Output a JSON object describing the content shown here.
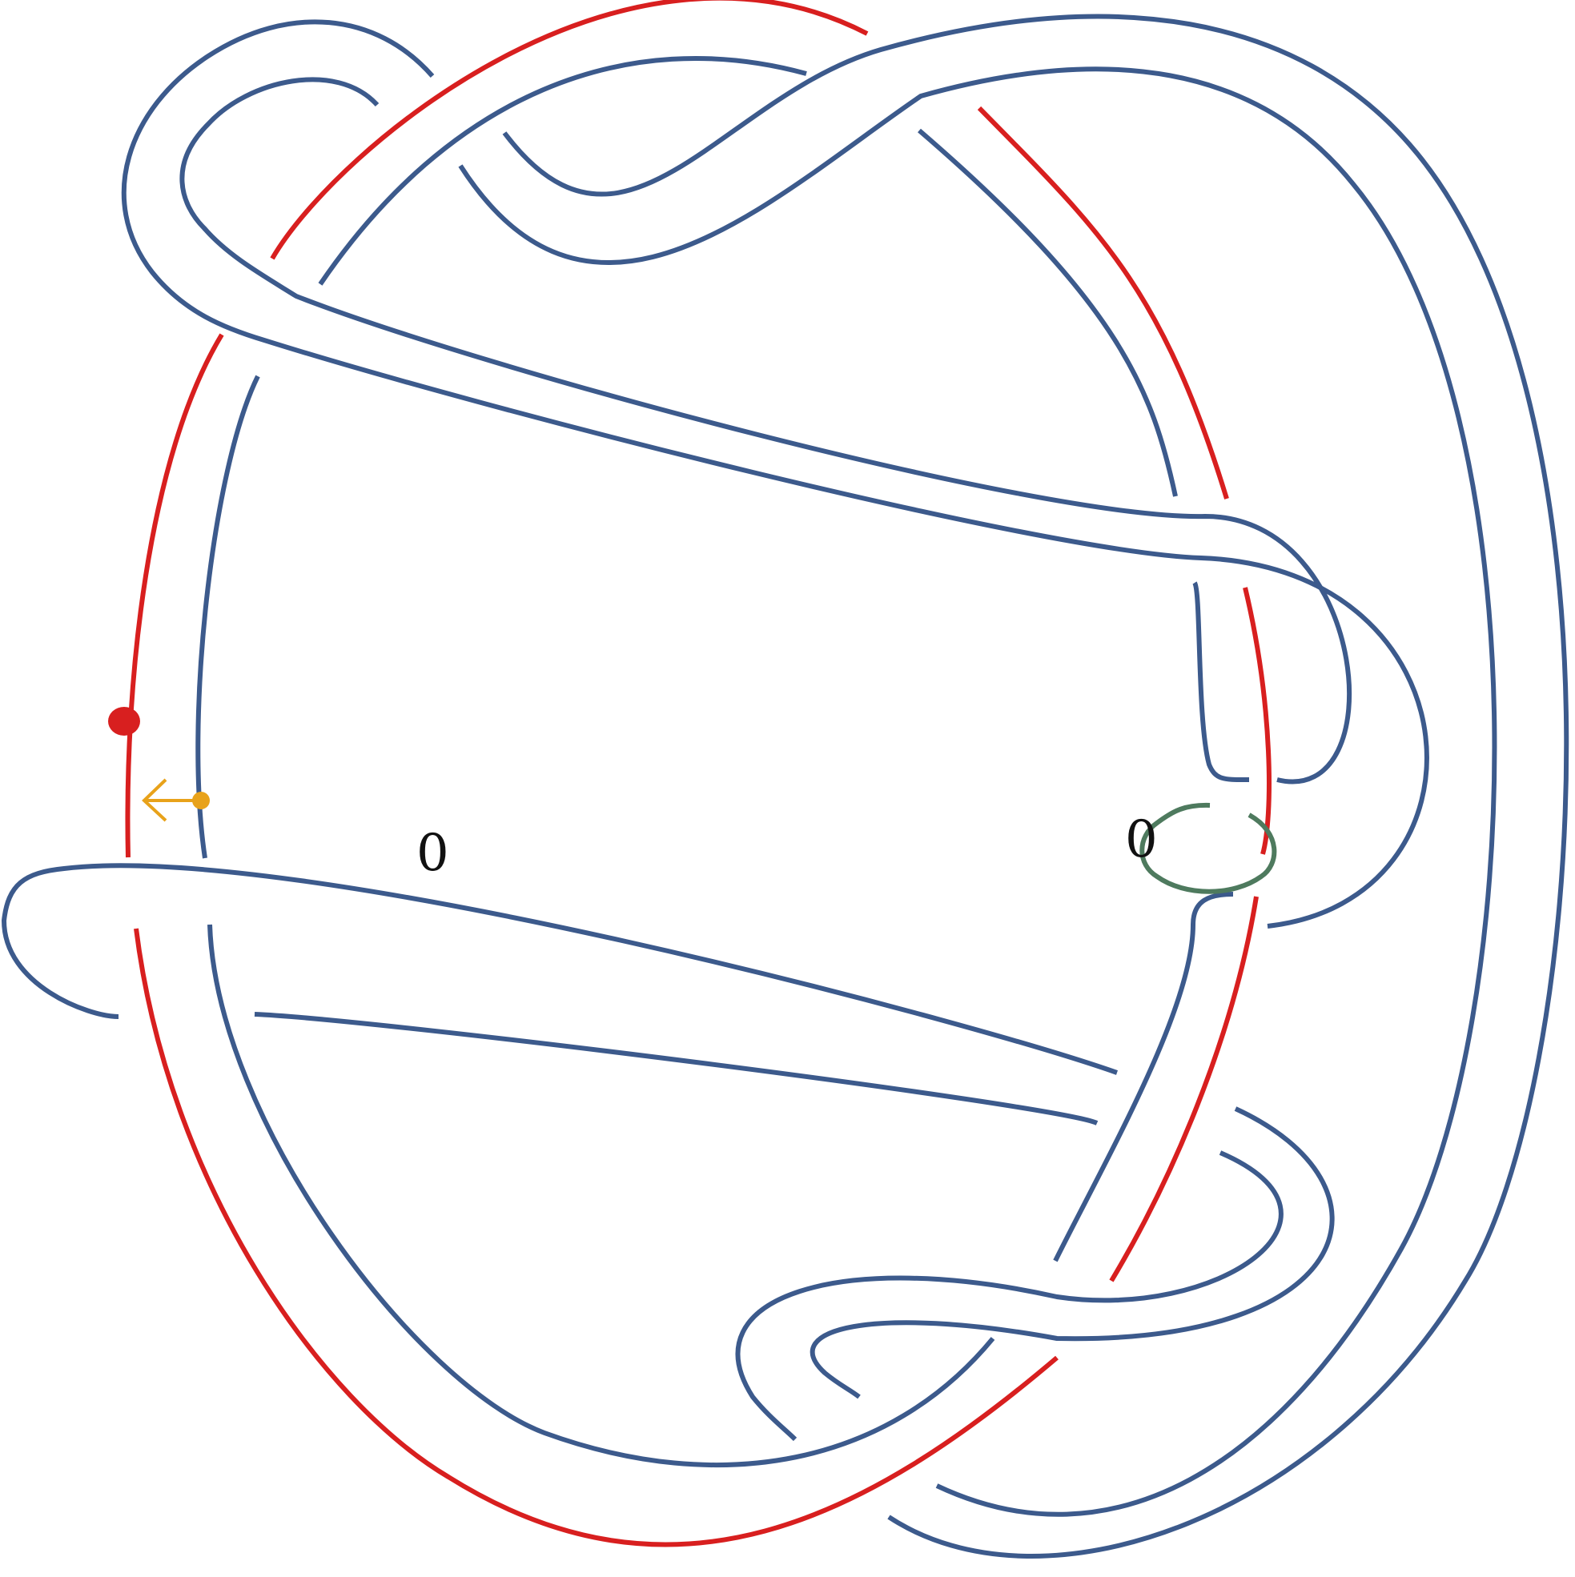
{
  "colors": {
    "blue_strand": "#3c5a8c",
    "red_strand": "#d81f1f",
    "green_loop": "#4e7a5e",
    "orange_arrow": "#e8a21a",
    "label": "#111111"
  },
  "labels": {
    "framing_left": "0",
    "framing_right": "0"
  },
  "markers": {
    "red_dot": "red-dot-marker",
    "orange_arrow": "left-arrow-icon"
  }
}
